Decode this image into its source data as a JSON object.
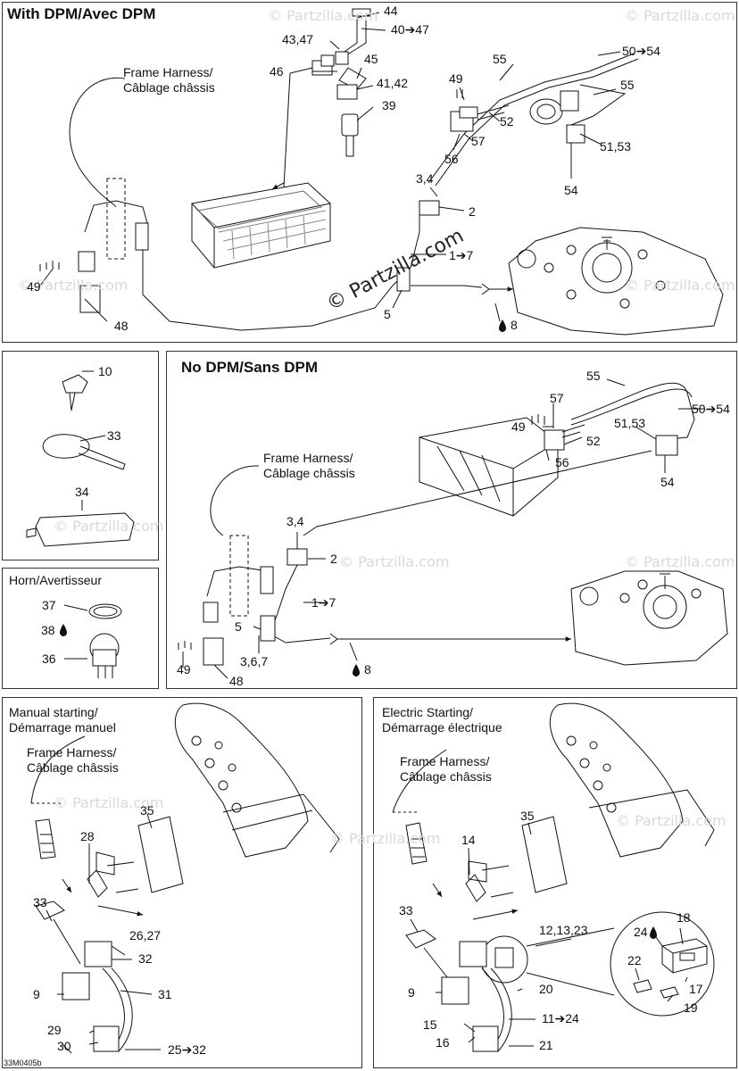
{
  "sections": {
    "with_dpm": {
      "title": "With DPM/Avec DPM",
      "frame_harness": "Frame Harness/\nCâblage châssis"
    },
    "no_dpm": {
      "title": "No DPM/Sans DPM",
      "frame_harness": "Frame Harness/\nCâblage châssis"
    },
    "horn": {
      "title": "Horn/Avertisseur"
    },
    "manual": {
      "title": "Manual starting/\nDémarrage manuel",
      "frame_harness": "Frame Harness/\nCâblage châssis"
    },
    "electric": {
      "title": "Electric Starting/\nDémarrage électrique",
      "frame_harness": "Frame Harness/\nCâblage châssis"
    }
  },
  "callouts": {
    "a44": "44",
    "a4347": "43,47",
    "a40": "40➔47",
    "a45": "45",
    "a46": "46",
    "a4142": "41,42",
    "a39": "39",
    "a55": "55",
    "a5054": "50➔54",
    "a55b": "55",
    "a49": "49",
    "a52": "52",
    "a57": "57",
    "a56": "56",
    "a5153": "51,53",
    "a54": "54",
    "a34": "3,4",
    "a2": "2",
    "a17": "1➔7",
    "a5": "5",
    "a8": "8",
    "a49b": "49",
    "a48": "48",
    "b10": "10",
    "b33": "33",
    "b34": "34",
    "c37": "37",
    "c38": "38",
    "c36": "36",
    "d55": "55",
    "d5054": "50➔54",
    "d57": "57",
    "d49": "49",
    "d5153": "51,53",
    "d52": "52",
    "d56": "56",
    "d54": "54",
    "d34": "3,4",
    "d2": "2",
    "d17": "1➔7",
    "d5": "5",
    "d367": "3,6,7",
    "d8": "8",
    "d49b": "49",
    "d48": "48",
    "e35": "35",
    "e28": "28",
    "e33": "33",
    "e2627": "26,27",
    "e32": "32",
    "e9": "9",
    "e31": "31",
    "e29": "29",
    "e2532": "25➔32",
    "e30": "30",
    "f35": "35",
    "f14": "14",
    "f33": "33",
    "f121323": "12,13,23",
    "f18": "18",
    "f24": "24",
    "f22": "22",
    "f9": "9",
    "f20": "20",
    "f17": "17",
    "f19": "19",
    "f15": "15",
    "f1124": "11➔24",
    "f16": "16",
    "f21": "21"
  },
  "watermark": "© Partzilla.com",
  "diagram_code": "33M0405b"
}
